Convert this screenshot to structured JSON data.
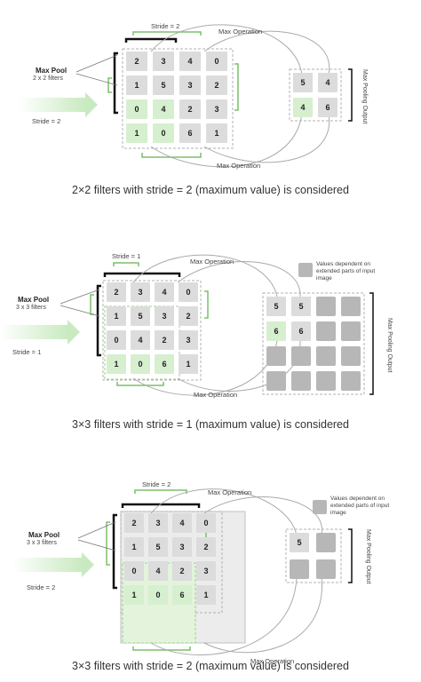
{
  "panels": [
    {
      "grid": [
        [
          "2",
          "3",
          "4",
          "0"
        ],
        [
          "1",
          "5",
          "3",
          "2"
        ],
        [
          "0",
          "4",
          "2",
          "3"
        ],
        [
          "1",
          "0",
          "6",
          "1"
        ]
      ],
      "stride_top": "Stride = 2",
      "max_op_top": "Max Operation",
      "max_op_bottom": "Max Operation",
      "pool_title": "Max Pool",
      "pool_sub": "2 x 2 filters",
      "stride_left": "Stride = 2",
      "output_label": "Max Pooling Output",
      "output": [
        "5",
        "4",
        "4",
        "6"
      ],
      "legend": "",
      "caption": "2×2 filters with stride = 2 (maximum value) is considered"
    },
    {
      "grid": [
        [
          "2",
          "3",
          "4",
          "0"
        ],
        [
          "1",
          "5",
          "3",
          "2"
        ],
        [
          "0",
          "4",
          "2",
          "3"
        ],
        [
          "1",
          "0",
          "6",
          "1"
        ]
      ],
      "stride_top": "Stride = 1",
      "max_op_top": "Max Operation",
      "max_op_bottom": "Max Operation",
      "pool_title": "Max Pool",
      "pool_sub": "3 x 3 filters",
      "stride_left": "Stride = 1",
      "output_label": "Max Pooling Output",
      "output": [
        "5",
        "5",
        "6",
        "6"
      ],
      "legend": "Values dependent on extended parts of input image",
      "caption": "3×3 filters with stride = 1 (maximum value) is considered"
    },
    {
      "grid": [
        [
          "2",
          "3",
          "4",
          "0"
        ],
        [
          "1",
          "5",
          "3",
          "2"
        ],
        [
          "0",
          "4",
          "2",
          "3"
        ],
        [
          "1",
          "0",
          "6",
          "1"
        ]
      ],
      "stride_top": "Stride = 2",
      "max_op_top": "Max Operation",
      "max_op_bottom": "Max Operation",
      "pool_title": "Max Pool",
      "pool_sub": "3 x 3 filters",
      "stride_left": "Stride = 2",
      "output_label": "Max Pooling Output",
      "output": [
        "5"
      ],
      "legend": "Values dependent on extended parts of input image",
      "caption": "3×3 filters with stride = 2 (maximum value) is considered"
    }
  ]
}
